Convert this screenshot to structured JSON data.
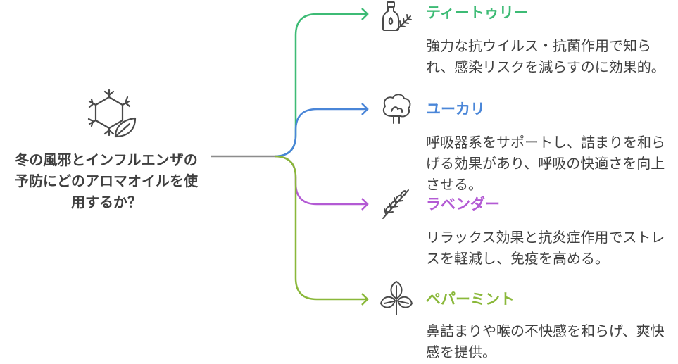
{
  "root": {
    "title": "冬の風邪とインフルエンザの予防にどのアロマオイルを使用するか？",
    "icon": "snowflake-leaf-icon"
  },
  "branches": [
    {
      "title": "ティートゥリー",
      "description": "強力な抗ウイルス・抗菌作用で知られ、感染リスクを減らすのに効果的。",
      "color": "#3dbb75",
      "icon": "oil-bottle-icon"
    },
    {
      "title": "ユーカリ",
      "description": "呼吸器系をサポートし、詰まりを和らげる効果があり、呼吸の快適さを向上させる。",
      "color": "#4a86d8",
      "icon": "eucalyptus-tree-icon"
    },
    {
      "title": "ラベンダー",
      "description": "リラックス効果と抗炎症作用でストレスを軽減し、免疫を高める。",
      "color": "#b35ad4",
      "icon": "lavender-sprig-icon"
    },
    {
      "title": "ペパーミント",
      "description": "鼻詰まりや喉の不快感を和らげ、爽快感を提供。",
      "color": "#8ab83a",
      "icon": "mint-leaves-icon"
    }
  ],
  "colors": {
    "connector": "#8c8c8c",
    "text": "#3f3f3f",
    "icon": "#4a4a4a"
  }
}
